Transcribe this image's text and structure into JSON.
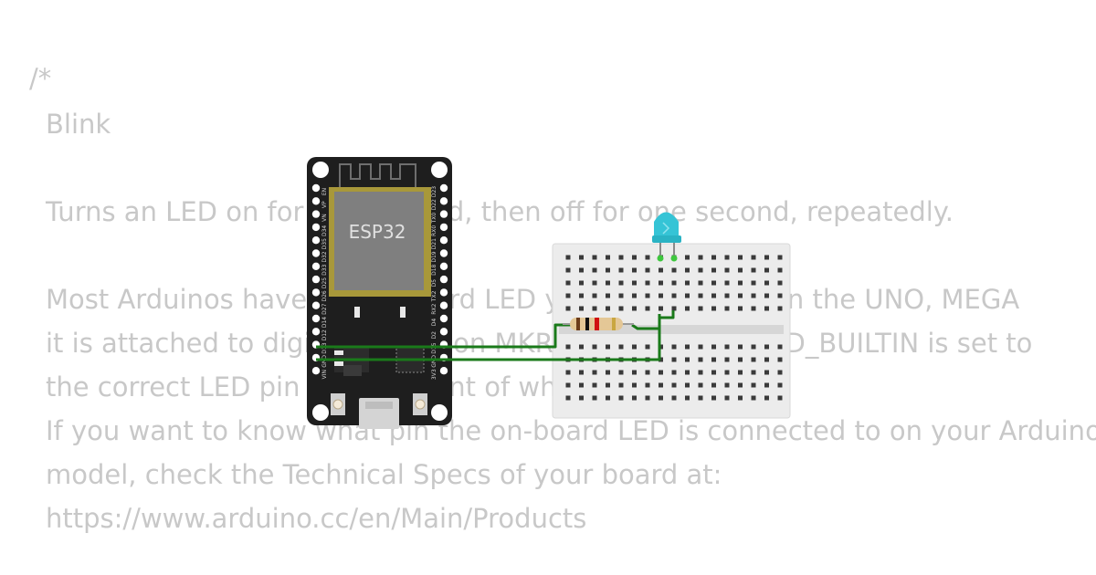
{
  "code_comment": [
    "/*",
    "Blink",
    "",
    "Turns an LED on for one second, then off for one second, repeatedly.",
    "",
    "Most Arduinos have an on-board LED you can control. On the UNO, MEGA",
    "it is attached to digital pin 13, on MKR1000 on pin 6. LED_BUILTIN is set to",
    "the correct LED pin independent of which board is used.",
    "If you want to know what pin the on-board LED is connected to on your Arduino",
    "model, check the Technical Specs of your board at:",
    "https://www.arduino.cc/en/Main/Products"
  ],
  "board": {
    "chip_label": "ESP32",
    "left_pins": [
      "EN",
      "VP",
      "VN",
      "D34",
      "D35",
      "D32",
      "D33",
      "D25",
      "D26",
      "D27",
      "D14",
      "D12",
      "D13",
      "GND",
      "VIN"
    ],
    "right_pins": [
      "D23",
      "D22",
      "TX0",
      "RX0",
      "D21",
      "D19",
      "D18",
      "D5",
      "TX2",
      "RX2",
      "D4",
      "D2",
      "D15",
      "GND",
      "3V3"
    ]
  },
  "colors": {
    "comment_text": "#c8c8c8",
    "wire": "#1a7a1a",
    "board": "#1e1e1e",
    "module": "#7f7f7f",
    "breadboard": "#ececec",
    "led": "#35c4d6"
  }
}
